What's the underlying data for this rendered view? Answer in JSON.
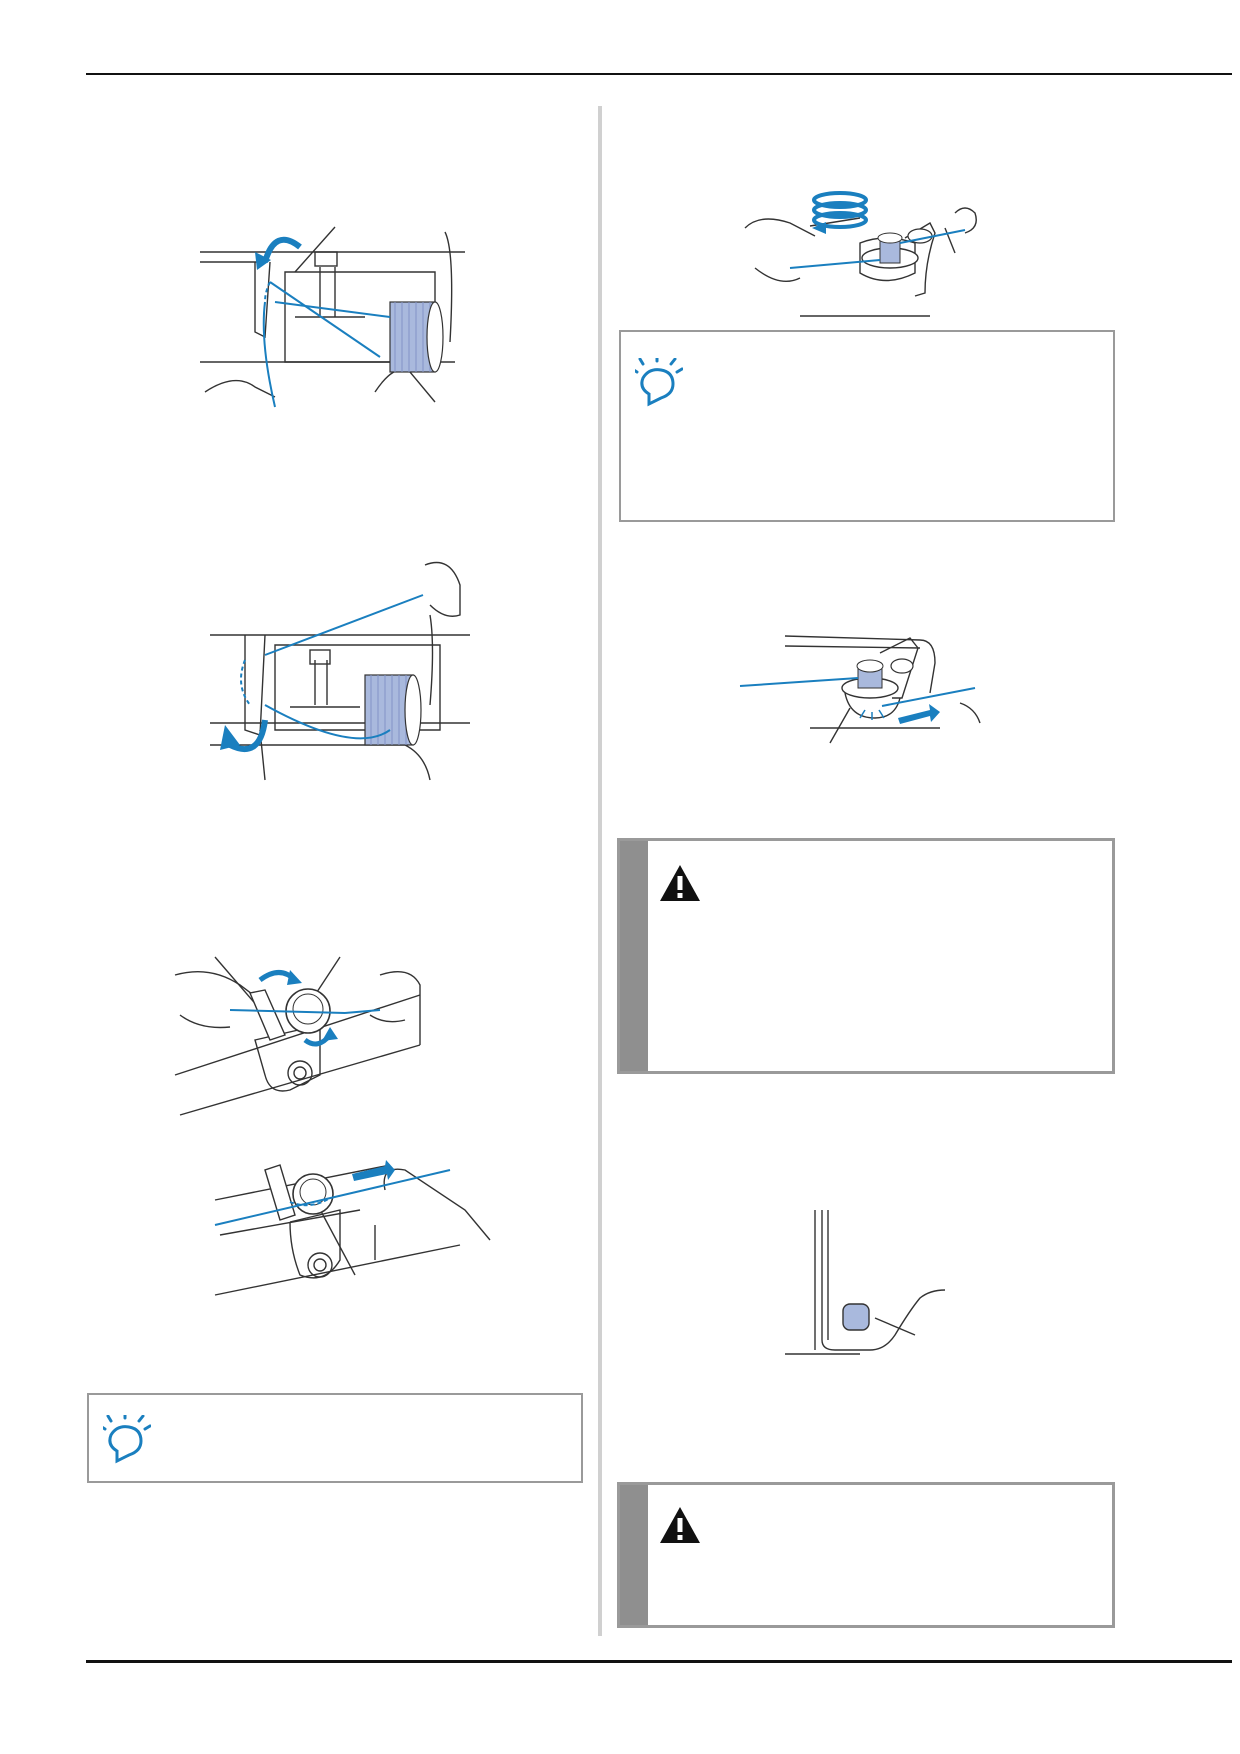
{
  "page": {
    "title": "",
    "page_number": ""
  },
  "colors": {
    "rule": "#111111",
    "divider": "#d0d0d0",
    "box_border": "#9a9a9a",
    "caution_bar": "#8f8f8f",
    "thread_blue": "#1a7fbf",
    "spool_blue": "#a9b9dd"
  },
  "figures": {
    "thread_guide_step1": {
      "icon": "thread-guide-illustration"
    },
    "thread_guide_step2": {
      "icon": "thread-guide-illustration"
    },
    "pretension_disk_step1": {
      "icon": "pretension-disk-illustration"
    },
    "pretension_disk_step2": {
      "icon": "pretension-disk-illustration"
    },
    "bobbin_winding": {
      "icon": "bobbin-winding-illustration"
    },
    "bobbin_seat": {
      "icon": "bobbin-seat-illustration"
    },
    "start_stop_button": {
      "icon": "start-stop-button-illustration"
    }
  },
  "notes": [
    {
      "icon": "note-icon",
      "text": ""
    },
    {
      "icon": "note-icon",
      "text": ""
    }
  ],
  "cautions": [
    {
      "icon": "warning-triangle-icon",
      "text": ""
    },
    {
      "icon": "warning-triangle-icon",
      "text": ""
    }
  ]
}
